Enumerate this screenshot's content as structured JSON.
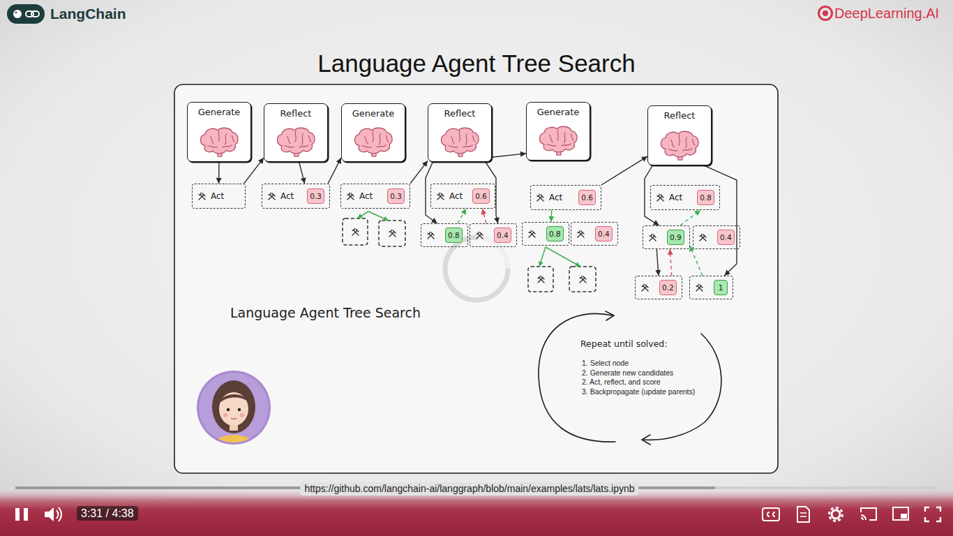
{
  "diagram": {
    "title": "Language Agent Tree Search",
    "nodes": [
      {
        "text": [
          "Generate"
        ]
      },
      {
        "text": [
          "Act"
        ]
      },
      {
        "text": [
          "Reflect"
        ]
      },
      {
        "text": [
          "Act",
          "0.3"
        ]
      },
      {
        "text": [
          "Generate"
        ]
      },
      {
        "text": [
          "Act",
          "0.3"
        ]
      },
      {
        "text": [
          "Reflect"
        ]
      },
      {
        "text": [
          "Act",
          "0.6"
        ]
      },
      {
        "text": [
          "0.8"
        ]
      },
      {
        "text": [
          "0.4"
        ]
      },
      {
        "text": [
          "Generate"
        ]
      },
      {
        "text": [
          "Act",
          "0.6"
        ]
      },
      {
        "text": [
          "0.8"
        ]
      },
      {
        "text": [
          "0.4"
        ]
      },
      {
        "text": [
          "Reflect"
        ]
      },
      {
        "text": [
          "Act",
          "0.8"
        ]
      },
      {
        "text": [
          "0.9"
        ]
      },
      {
        "text": [
          "0.4"
        ]
      },
      {
        "text": [
          "0.2"
        ]
      },
      {
        "text": [
          "1"
        ]
      }
    ],
    "edges": [
      {
        "from": 0,
        "to": 1,
        "arrow": "to"
      },
      {
        "from": 1,
        "to": 2,
        "arrow": "to"
      },
      {
        "from": 2,
        "to": 3,
        "arrow": "to"
      },
      {
        "from": 3,
        "to": 4,
        "arrow": "to"
      },
      {
        "from": 5,
        "to": 6,
        "arrow": "to"
      },
      {
        "from": 6,
        "to": 8,
        "arrow": "to"
      },
      {
        "from": 6,
        "to": 9,
        "arrow": "to"
      },
      {
        "from": 8,
        "to": 7,
        "arrow": "to"
      },
      {
        "from": 9,
        "to": 7,
        "arrow": "to"
      },
      {
        "from": 6,
        "to": 10,
        "arrow": "to"
      },
      {
        "from": 11,
        "to": 12,
        "arrow": "to"
      },
      {
        "from": 11,
        "to": 14,
        "arrow": "to"
      },
      {
        "from": 14,
        "to": 16,
        "arrow": "to"
      },
      {
        "from": 16,
        "to": 18,
        "arrow": "to"
      },
      {
        "from": 14,
        "to": 19,
        "arrow": "to"
      },
      {
        "from": 16,
        "to": 15,
        "arrow": "to"
      },
      {
        "from": 18,
        "to": 16,
        "arrow": "to"
      },
      {
        "from": 19,
        "to": 16,
        "arrow": "to"
      }
    ],
    "labels": [
      "LangChain",
      "DeepLearning.AI",
      "Language Agent Tree Search",
      "Repeat until solved:",
      "1. Select node",
      "2. Generate new candidates",
      "2. Act, reflect, and score",
      "3. Backpropagate (update parents)",
      "https://github.com/langchain-ai/langgraph/blob/main/examples/lats/lats.ipynb",
      "3:31 / 4:38"
    ]
  }
}
